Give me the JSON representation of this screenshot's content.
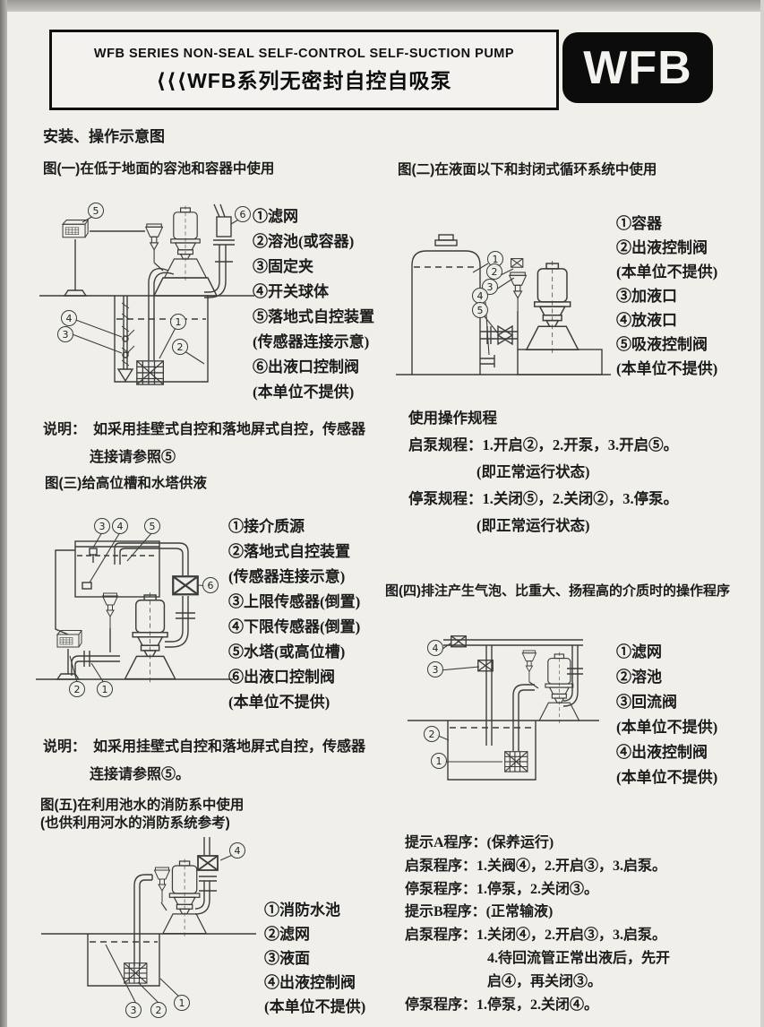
{
  "header": {
    "title_en": "WFB SERIES NON-SEAL SELF-CONTROL SELF-SUCTION PUMP",
    "title_zh": "⟨⟨⟨WFB系列无密封自控自吸泵",
    "logo": "WFB"
  },
  "section_title": "安装、操作示意图",
  "fig1": {
    "title": "图(一)在低于地面的容池和容器中使用",
    "labels": [
      "①滤网",
      "②溶池(或容器)",
      "③固定夹",
      "④开关球体",
      "⑤落地式自控装置",
      "(传感器连接示意)",
      "⑥出液口控制阀",
      "(本单位不提供)"
    ],
    "callouts": [
      "5",
      "6",
      "4",
      "3",
      "1",
      "2"
    ]
  },
  "note1": {
    "label": "说明：",
    "line1": "如采用挂壁式自控和落地屏式自控，传感器",
    "line2": "连接请参照⑤"
  },
  "fig2": {
    "title": "图(二)在液面以下和封闭式循环系统中使用",
    "labels": [
      "①容器",
      "②出液控制阀",
      "(本单位不提供)",
      "③加液口",
      "④放液口",
      "⑤吸液控制阀",
      "(本单位不提供)"
    ],
    "callouts": [
      "1",
      "2",
      "3",
      "4",
      "5"
    ]
  },
  "procedure": {
    "title": "使用操作规程",
    "lines": [
      "启泵规程：1.开启②，2.开泵，3.开启⑤。",
      "(即正常运行状态)",
      "停泵规程：1.关闭⑤，2.关闭②，3.停泵。",
      "(即正常运行状态)"
    ]
  },
  "fig3": {
    "title": "图(三)给高位槽和水塔供液",
    "labels": [
      "①接介质源",
      "②落地式自控装置",
      "(传感器连接示意)",
      "③上限传感器(倒置)",
      "④下限传感器(倒置)",
      "⑤水塔(或高位槽)",
      "⑥出液口控制阀",
      "(本单位不提供)"
    ],
    "callouts": [
      "3",
      "4",
      "5",
      "6",
      "2",
      "1"
    ]
  },
  "note2": {
    "label": "说明：",
    "line1": "如采用挂壁式自控和落地屏式自控，传感器",
    "line2": "连接请参照⑤。"
  },
  "fig4": {
    "title": "图(四)排注产生气泡、比重大、扬程高的介质时的操作程序",
    "labels": [
      "①滤网",
      "②溶池",
      "③回流阀",
      "(本单位不提供)",
      "④出液控制阀",
      "(本单位不提供)"
    ],
    "callouts": [
      "4",
      "3",
      "2",
      "1"
    ]
  },
  "fig5": {
    "title_line1": "图(五)在利用池水的消防系中使用",
    "title_line2": "(也供利用河水的消防系统参考)",
    "labels": [
      "①消防水池",
      "②滤网",
      "③液面",
      "④出液控制阀",
      "(本单位不提供)"
    ],
    "callouts": [
      "4",
      "3",
      "2",
      "1"
    ]
  },
  "tips": {
    "lines": [
      "提示A程序：(保养运行)",
      "启泵程序：1.关阀④，2.开启③，3.启泵。",
      "停泵程序：1.停泵，2.关闭③。",
      "提示B程序：(正常输液)",
      "启泵程序：1.关闭④，2.开启③，3.启泵。",
      "4.待回流管正常出液后，先开",
      "启④，再关闭③。",
      "停泵程序：1.停泵，2.关闭④。"
    ]
  }
}
